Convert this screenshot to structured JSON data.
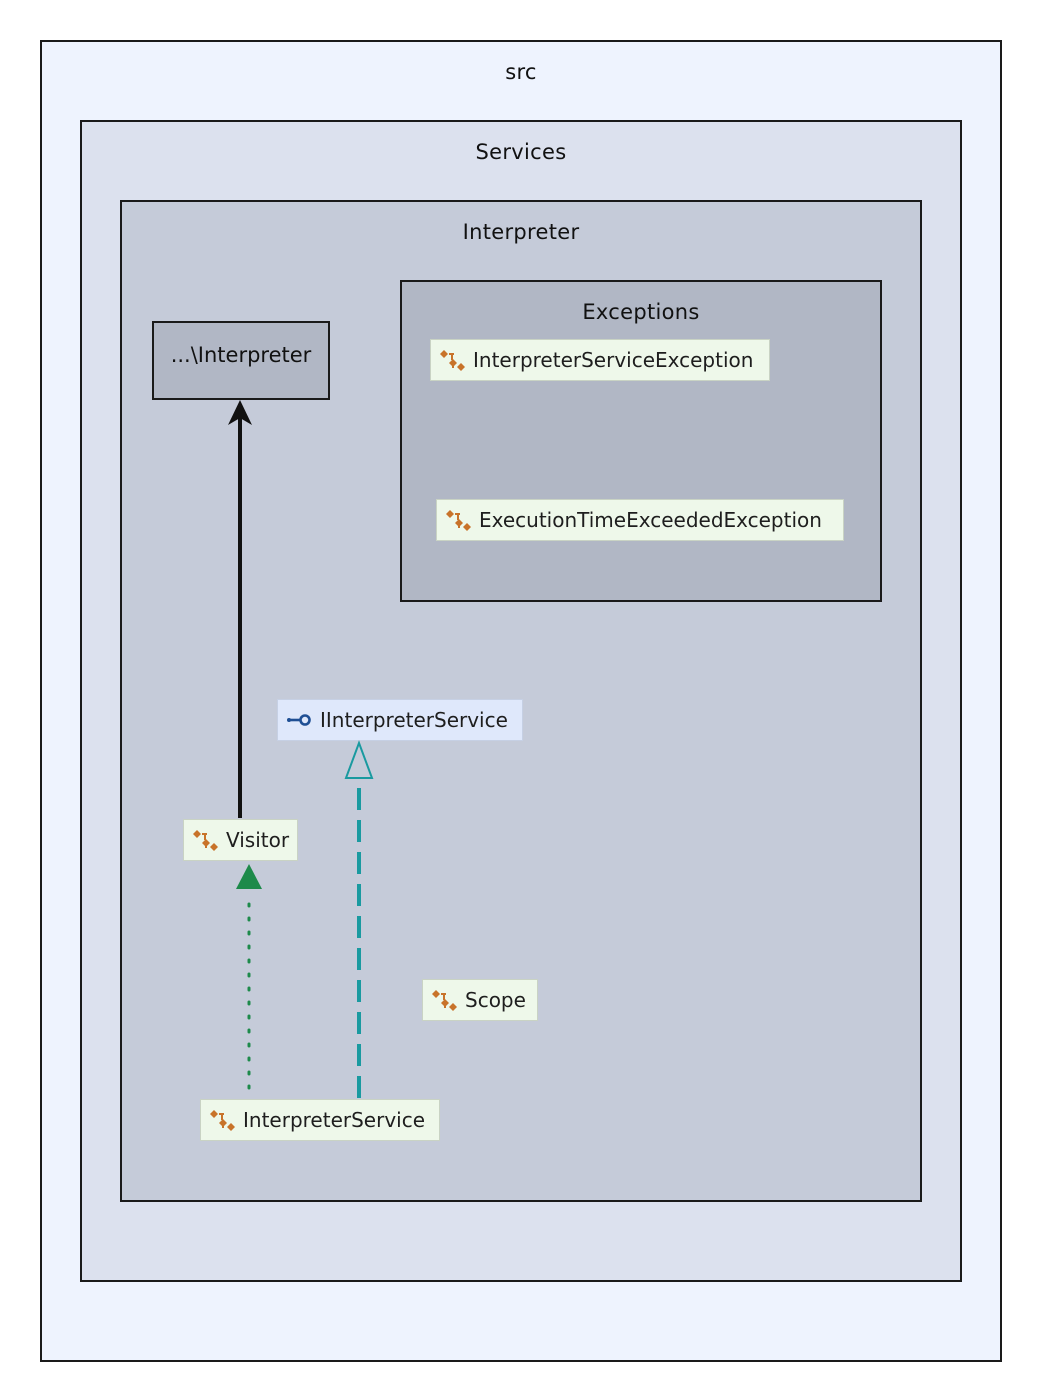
{
  "packages": {
    "src": "src",
    "services": "Services",
    "interpreter": "Interpreter",
    "exceptions": "Exceptions"
  },
  "reference_box": "...\\Interpreter",
  "nodes": {
    "interpreter_service_exception": "InterpreterServiceException",
    "execution_time_exceeded_exception": "ExecutionTimeExceededException",
    "iinterpreter_service": "IInterpreterService",
    "visitor": "Visitor",
    "scope": "Scope",
    "interpreter_service": "InterpreterService"
  },
  "icons": {
    "class": "class-icon",
    "interface": "interface-icon"
  },
  "colors": {
    "src_fill": "#eef3fe",
    "services_fill": "#dce1ee",
    "interpreter_fill": "#c5cbd9",
    "exceptions_fill": "#b1b7c5",
    "class_node_fill": "#eef8ea",
    "interface_node_fill": "#dfe8fb",
    "class_icon": "#c8732a",
    "interface_icon": "#1f4f94",
    "dependency_arrow": "#111111",
    "realization_arrow": "#1a9aa0",
    "usage_arrow": "#1d8a4a"
  }
}
